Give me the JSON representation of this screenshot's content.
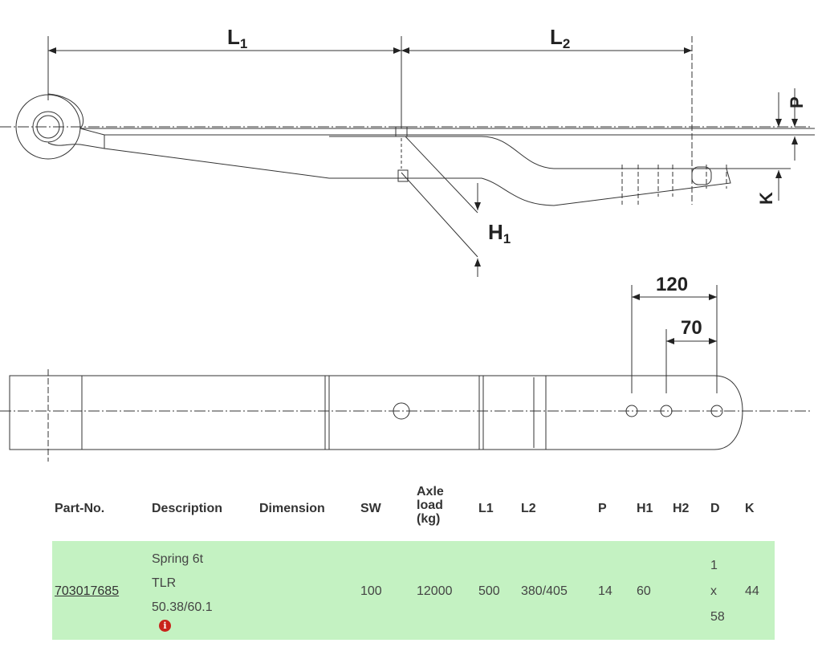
{
  "drawing": {
    "side_view_labels": {
      "l1": "L",
      "l1_sub": "1",
      "l2": "L",
      "l2_sub": "2",
      "p": "P",
      "k": "K",
      "h1": "H",
      "h1_sub": "1"
    },
    "plan_view_labels": {
      "dim_120": "120",
      "dim_70": "70"
    }
  },
  "table": {
    "headers": {
      "part_no": "Part-No.",
      "description": "Description",
      "dimension": "Dimension",
      "sw": "SW",
      "axle_1": "Axle",
      "axle_2": "load",
      "axle_3": "(kg)",
      "l1": "L1",
      "l2": "L2",
      "p": "P",
      "h1": "H1",
      "h2": "H2",
      "d": "D",
      "k": "K"
    },
    "row": {
      "part_no": "703017685",
      "description_1": "Spring 6t",
      "description_2": "TLR",
      "description_3": "50.38/60.1",
      "info_icon": "i",
      "dimension": "",
      "sw": "100",
      "axle_load": "12000",
      "l1": "500",
      "l2": "380/405",
      "p": "14",
      "h1": "60",
      "h2": "",
      "d_1": "1",
      "d_2": "x",
      "d_3": "58",
      "k": "44"
    },
    "row_color": "#c4f2c2"
  }
}
